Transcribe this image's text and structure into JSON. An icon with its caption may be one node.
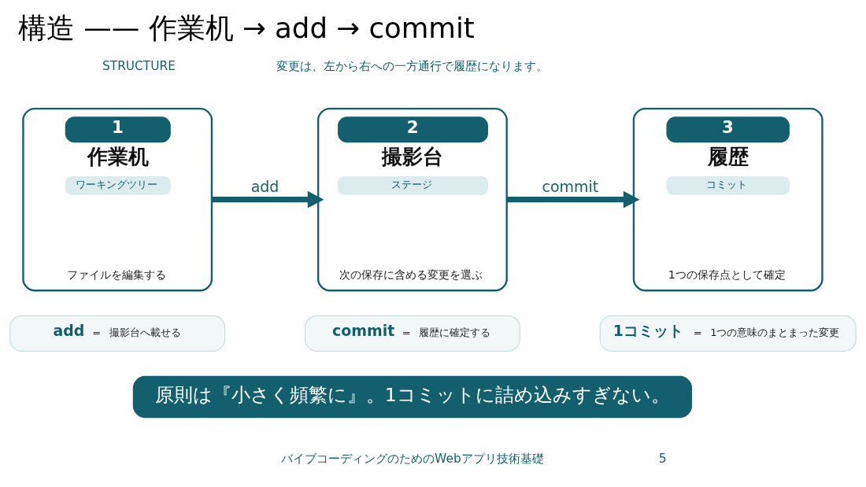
{
  "diagram": {
    "title": "構造 —— 作業机 → add → commit",
    "nodes": [
      {
        "text": [
          "1",
          "作業机",
          "ワーキングツリー",
          "ファイルを編集する"
        ]
      },
      {
        "text": [
          "2",
          "撮影台",
          "ステージ",
          "次の保存に含める変更を選ぶ"
        ]
      },
      {
        "text": [
          "3",
          "履歴",
          "コミット",
          "1つの保存点として確定"
        ]
      },
      {
        "text": [
          "add",
          "=",
          "撮影台へ載せる"
        ]
      },
      {
        "text": [
          "commit",
          "=",
          "履歴に確定する"
        ]
      },
      {
        "text": [
          "1コミット",
          "=",
          "1つの意味のまとまった変更"
        ]
      },
      {
        "text": [
          "原則は『小さく頻繁に』。1コミットに詰め込みすぎない。"
        ]
      }
    ],
    "edges": [
      {
        "from": 0,
        "to": 1,
        "arrow": "to",
        "label": "add"
      },
      {
        "from": 1,
        "to": 2,
        "arrow": "to",
        "label": "commit"
      }
    ],
    "labels": [
      "STRUCTURE",
      "変更は、左から右への一方通行で履歴になります。",
      "バイブコーディングのためのWebアプリ技術基礎",
      "5"
    ]
  }
}
